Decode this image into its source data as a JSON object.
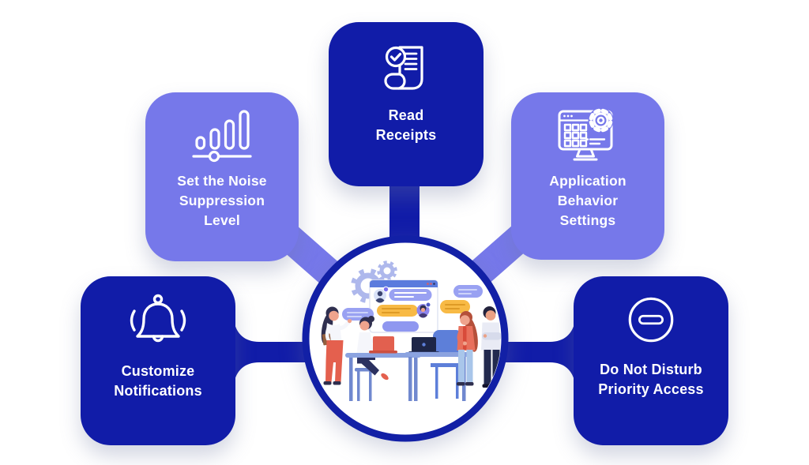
{
  "infographic": {
    "center": {
      "illustration": "team-chat-collaboration-illustration"
    },
    "nodes": [
      {
        "id": "set-noise-suppression-level",
        "icon": "noise-suppression-slider-icon",
        "lines": [
          "Set the Noise",
          "Suppression",
          "Level"
        ]
      },
      {
        "id": "read-receipts",
        "icon": "read-receipt-document-icon",
        "lines": [
          "Read",
          "Receipts"
        ]
      },
      {
        "id": "application-behavior-settings",
        "icon": "monitor-settings-gear-icon",
        "lines": [
          "Application",
          "Behavior",
          "Settings"
        ]
      },
      {
        "id": "customize-notifications",
        "icon": "notification-bell-icon",
        "lines": [
          "Customize",
          "Notifications"
        ]
      },
      {
        "id": "do-not-disturb-priority-access",
        "icon": "do-not-disturb-minus-circle-icon",
        "lines": [
          "Do Not Disturb",
          "Priority Access"
        ]
      }
    ],
    "colors": {
      "dark_blue": "#111CA8",
      "purple": "#7678EA",
      "background": "#FFFFFF",
      "accent_orange": "#F8BA45",
      "accent_periwinkle": "#AEB8EC",
      "bubble_purple": "#99A1F2",
      "desk_blue": "#8BA3E0"
    }
  }
}
